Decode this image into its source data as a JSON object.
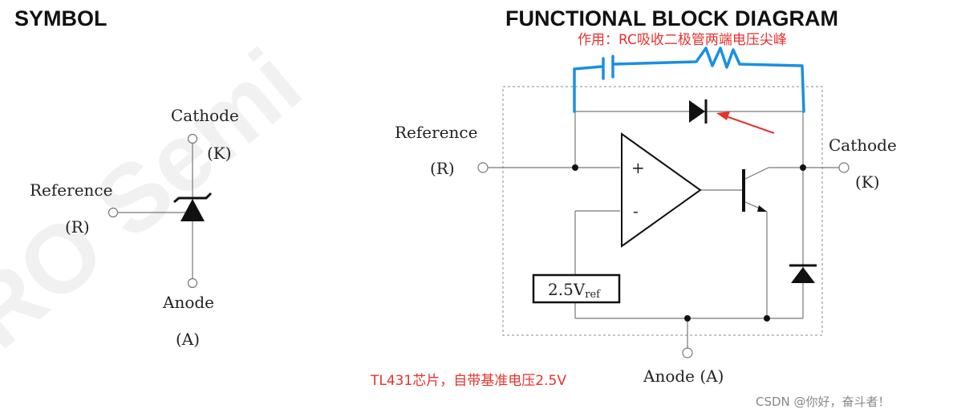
{
  "headings": {
    "symbol": "SYMBOL",
    "block": "FUNCTIONAL  BLOCK  DIAGRAM"
  },
  "symbol": {
    "cathode": "Cathode",
    "cathode_sym": "(K)",
    "reference": "Reference",
    "reference_sym": "(R)",
    "anode": "Anode",
    "anode_sym": "(A)"
  },
  "block": {
    "reference": "Reference",
    "reference_sym": "(R)",
    "cathode": "Cathode",
    "cathode_sym": "(K)",
    "anode": "Anode (A)",
    "plus": "+",
    "minus": "-",
    "vref_main": "2.5V",
    "vref_sub": "ref"
  },
  "annotations": {
    "rc_note": "作用：RC吸收二极管两端电压尖峰",
    "chip_note": "TL431芯片，自带基准电压2.5V"
  },
  "watermark": "RO Semi",
  "credit": "CSDN @你好，奋斗者！",
  "colors": {
    "annotation": "#e8322c",
    "pen": "#1a8fe3",
    "line": "#777777",
    "ink": "#111111"
  },
  "icons": [
    "diode-symbol",
    "zener-symbol",
    "opamp-symbol",
    "transistor-symbol",
    "capacitor-symbol",
    "resistor-symbol",
    "arrow-icon"
  ]
}
